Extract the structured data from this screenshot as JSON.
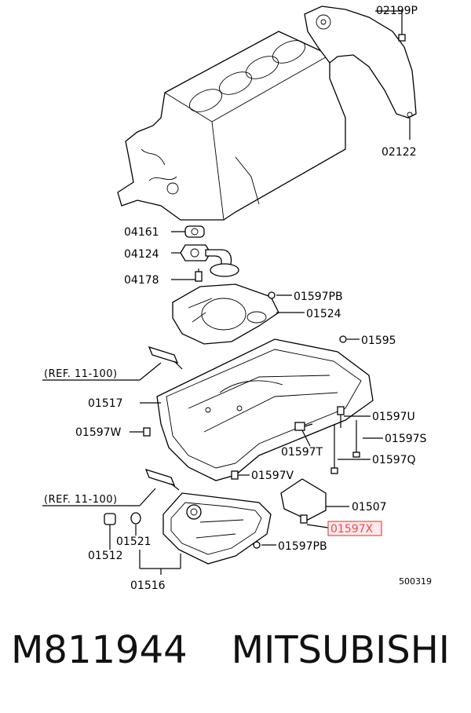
{
  "diagram": {
    "labels": {
      "l02199P": "02199P",
      "l02122": "02122",
      "l04161": "04161",
      "l04124": "04124",
      "l04178": "04178",
      "l01597PB_top": "01597PB",
      "l01524": "01524",
      "l01595": "01595",
      "ref_top": "(REF. 11-100)",
      "l01517": "01517",
      "l01597U": "01597U",
      "l01597W": "01597W",
      "l01597S": "01597S",
      "l01597T": "01597T",
      "l01597Q": "01597Q",
      "l01597V": "01597V",
      "ref_bottom": "(REF. 11-100)",
      "l01507": "01507",
      "l01597X": "01597X",
      "l01521": "01521",
      "l01512": "01512",
      "l01597PB_bottom": "01597PB",
      "l01516": "01516",
      "diagram_number": "500319"
    },
    "highlighted_part": "01597X",
    "highlight_color": "#d9534f"
  },
  "caption": {
    "part_number": "M811944",
    "brand": "MITSUBISHI"
  }
}
